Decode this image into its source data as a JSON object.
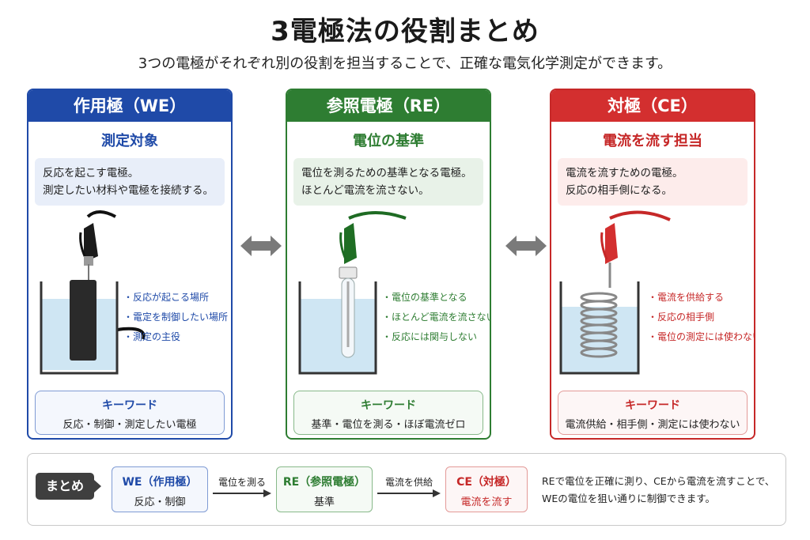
{
  "title": "3電極法の役割まとめ",
  "subtitle": "3つの電極がそれぞれ別の役割を担当することで、正確な電気化学測定ができます。",
  "panels": {
    "we": {
      "header": "作用極（WE）",
      "role": "測定対象",
      "desc": [
        "反応を起こす電極。",
        "測定したい材料や電極を接続する。"
      ],
      "bullets": [
        "・反応が起こる場所",
        "・電定を制御したい場所",
        "・測定の主役"
      ],
      "kw_title": "キーワード",
      "kw_text": "反応・制御・測定したい電極"
    },
    "re": {
      "header": "参照電極（RE）",
      "role": "電位の基準",
      "desc": [
        "電位を測るための基準となる電極。",
        "ほとんど電流を流さない。"
      ],
      "bullets": [
        "・電位の基準となる",
        "・ほとんど電流を流さない",
        "・反応には関与しない"
      ],
      "kw_title": "キーワード",
      "kw_text": "基準・電位を測る・ほぼ電流ゼロ"
    },
    "ce": {
      "header": "対極（CE）",
      "role": "電流を流す担当",
      "desc": [
        "電流を流すための電極。",
        "反応の相手側になる。"
      ],
      "bullets": [
        "・電流を供給する",
        "・反応の相手側",
        "・電位の測定には使わない"
      ],
      "kw_title": "キーワード",
      "kw_text": "電流供給・相手側・測定には使わない"
    }
  },
  "summary": {
    "tag": "まとめ",
    "we_title": "WE（作用極）",
    "we_sub": "反応・制御",
    "arrow1": "電位を測る",
    "re_title": "RE（参照電極）",
    "re_sub": "基準",
    "arrow2": "電流を供給",
    "ce_title": "CE（対極）",
    "ce_sub": "電流を流す",
    "text": [
      "REで電位を正確に測り、CEから電流を流すことで、",
      "WEの電位を狙い通りに制御できます。"
    ]
  },
  "colors": {
    "we": "#1f4aa8",
    "re": "#2e7d32",
    "ce": "#d32f2f",
    "water": "#cfe6f3"
  }
}
